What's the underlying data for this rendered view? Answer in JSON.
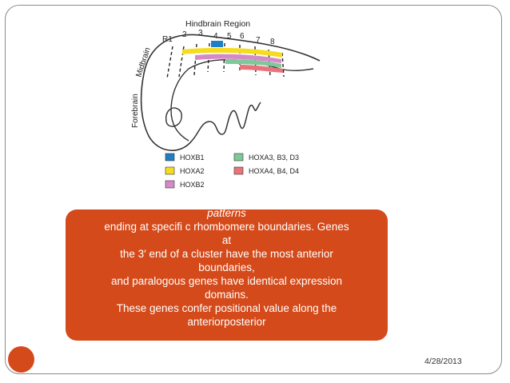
{
  "colors": {
    "accent": "#d44a1a",
    "hoxb1": "#1f7fc4",
    "hoxa2": "#f5dc1e",
    "hoxb2": "#d58ac8",
    "hoxa3": "#7fc89a",
    "hoxa4": "#e8737a"
  },
  "diagram": {
    "region_title": "Hindbrain Region",
    "region_labels": {
      "midbrain": "Midbrain",
      "forebrain": "Forebrain"
    },
    "rhombomeres": [
      "R1",
      "2",
      "3",
      "4",
      "5",
      "6",
      "7",
      "8"
    ],
    "legend": [
      {
        "label": "HOXB1"
      },
      {
        "label": "HOXA2"
      },
      {
        "label": "HOXB2"
      },
      {
        "label": "HOXA3, B3, D3"
      },
      {
        "label": "HOXA4, B4, D4"
      }
    ]
  },
  "callout": {
    "lines": [
      "patterns",
      "ending at specifi c rhombomere boundaries. Genes",
      "at",
      "the 3′ end of a cluster have the most anterior",
      "boundaries,",
      "and paralogous genes have identical expression",
      "domains.",
      "These genes confer positional value along the",
      "anteriorposterior"
    ]
  },
  "footer": {
    "date": "4/28/2013"
  }
}
